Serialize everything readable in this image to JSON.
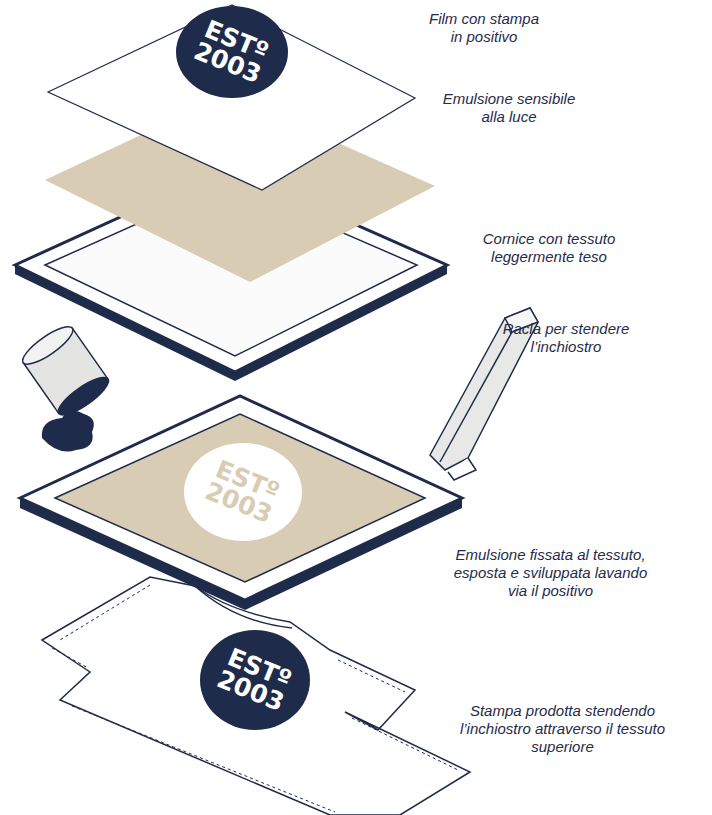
{
  "diagram": {
    "nodes": [
      {
        "text": [
          "ESTº 2003"
        ]
      },
      {
        "text": [
          "ESTº 2003"
        ]
      },
      {
        "text": [
          "ESTº 2003"
        ]
      }
    ],
    "labels": [
      "Film con stampa in positivo",
      "Emulsione sensibile alla luce",
      "Cornice con tessuto leggermente teso",
      "Racla per stendere l’inchiostro",
      "Emulsione fissata al tessuto, esposta e sviluppata lavando via il positivo",
      "Stampa prodotta stendendo l’inchiostro attraverso il tessuto superiore"
    ]
  }
}
